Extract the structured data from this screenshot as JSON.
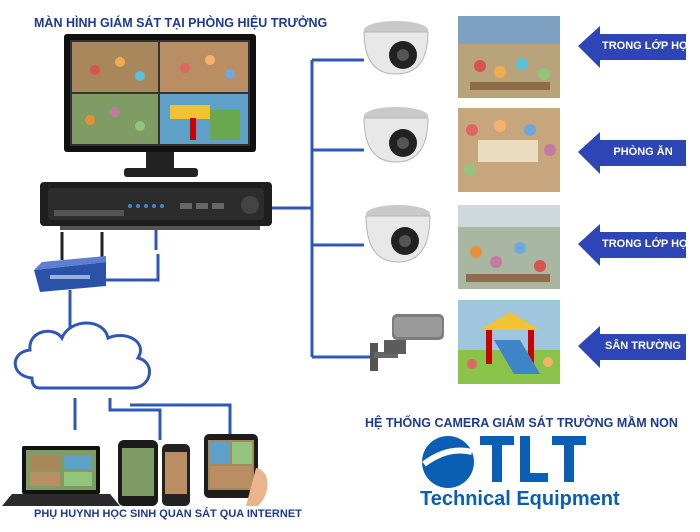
{
  "header": {
    "title": "MÀN HÌNH GIÁM SÁT TẠI PHÒNG HIỆU TRƯỞNG"
  },
  "footer": {
    "caption": "PHỤ HUYNH HỌC SINH QUAN SÁT QUA INTERNET"
  },
  "system": {
    "title": "HỆ THỐNG CAMERA GIÁM SÁT TRƯỜNG MẦM NON"
  },
  "brand": {
    "logo_text": "TLT",
    "tagline": "Technical Equipment",
    "color": "#0a5fb5"
  },
  "cameras": [
    {
      "label": "TRONG LỚP HỌC",
      "type": "dome"
    },
    {
      "label": "PHÒNG ĂN",
      "type": "dome"
    },
    {
      "label": "TRONG LỚP HỌC",
      "type": "dome"
    },
    {
      "label": "SÂN TRƯỜNG",
      "type": "bullet"
    }
  ],
  "colors": {
    "line": "#2f57b8",
    "arrow": "#2e45b5",
    "title": "#1c3a8f"
  }
}
